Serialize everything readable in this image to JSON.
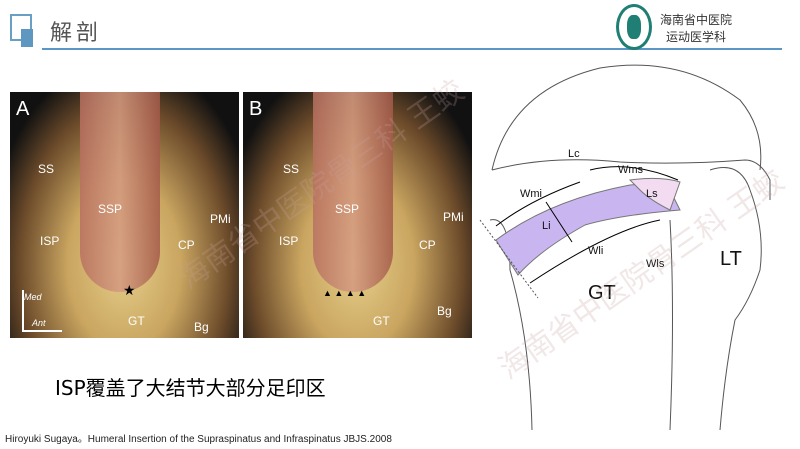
{
  "header": {
    "title": "解剖",
    "org_line1": "海南省中医院",
    "org_line2": "运动医学科"
  },
  "figure_a": {
    "panel": "A",
    "labels": [
      "SS",
      "SSP",
      "ISP",
      "PMi",
      "CP",
      "GT",
      "Bg"
    ],
    "axis_med": "Med",
    "axis_ant": "Ant",
    "star": "★"
  },
  "figure_b": {
    "panel": "B",
    "labels": [
      "SS",
      "SSP",
      "ISP",
      "PMi",
      "CP",
      "GT",
      "Bg"
    ],
    "arrowheads": "▲ ▲ ▲ ▲"
  },
  "diagram": {
    "labels": {
      "lc": "Lc",
      "wms": "Wms",
      "wmi": "Wmi",
      "ls": "Ls",
      "li": "Li",
      "wli": "Wli",
      "wls": "Wls",
      "lt": "LT",
      "gt": "GT"
    },
    "colors": {
      "infraspinatus": "#c9b6f0",
      "supraspinatus": "#f3dcf2"
    }
  },
  "caption": "ISP覆盖了大结节大部分足印区",
  "citation": "Hiroyuki Sugaya。Humeral Insertion of the Supraspinatus and Infraspinatus JBJS.2008",
  "watermark": "海南省中医院骨三科 王蛟"
}
